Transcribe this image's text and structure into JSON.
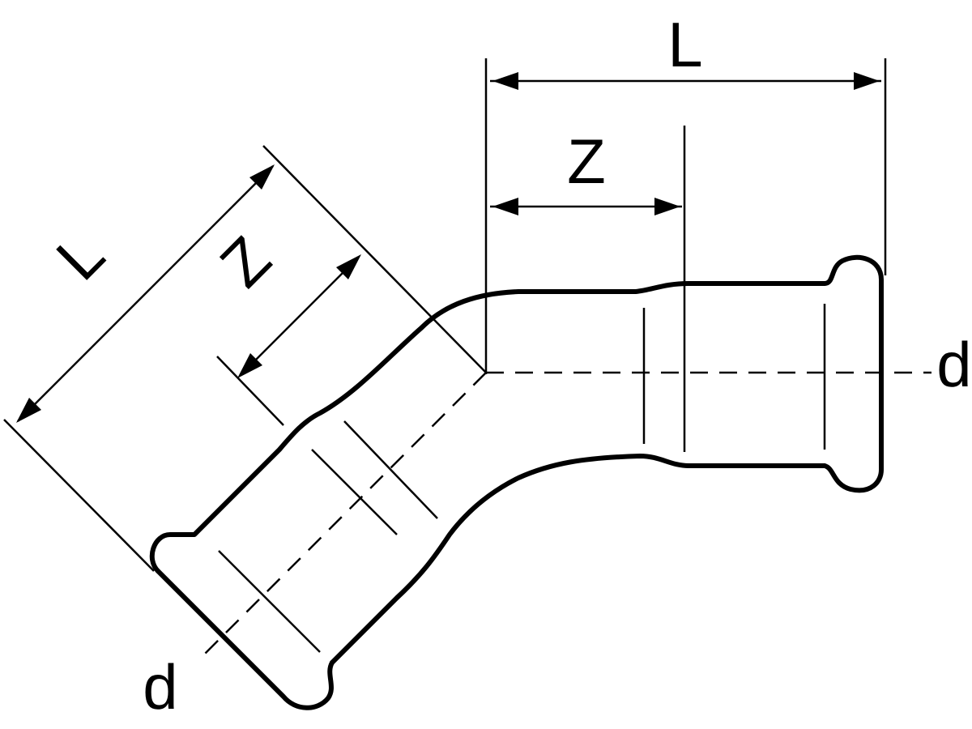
{
  "labels": {
    "length_top": "L",
    "insertion_top": "Z",
    "length_angled": "L",
    "insertion_angled": "Z",
    "diameter_right": "d",
    "diameter_left": "d"
  }
}
